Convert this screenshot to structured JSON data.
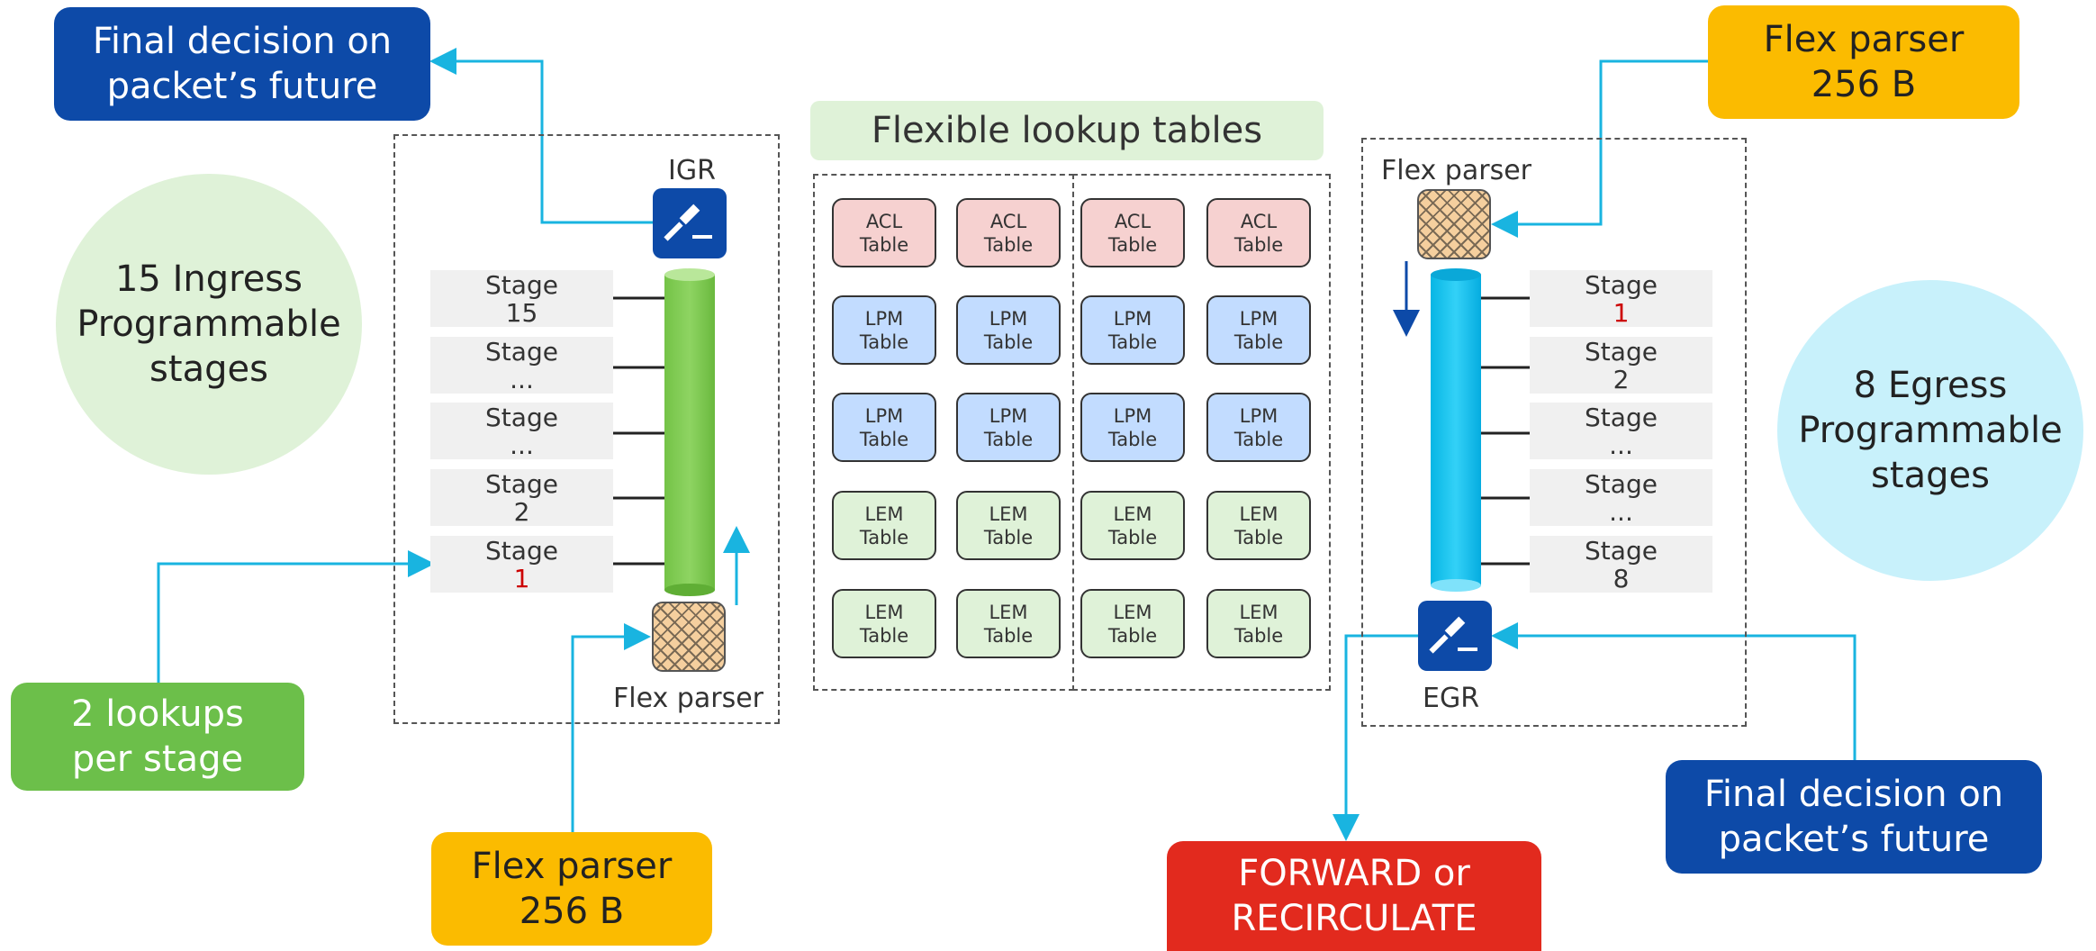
{
  "callouts": {
    "ingress_decision": "Final decision on\npacket’s future",
    "egress_parser": "Flex parser\n256 B",
    "lookups": "2 lookups\nper stage",
    "ingress_parser": "Flex parser\n256 B",
    "forward": "FORWARD or\nRECIRCULATE",
    "egress_decision": "Final decision on\npacket’s future"
  },
  "ingress_circle": {
    "count": "15",
    "text_line1": "Ingress",
    "text_line2": "Programmable",
    "text_line3": "stages"
  },
  "egress_circle": {
    "count": "8",
    "text_line1": "Egress",
    "text_line2": "Programmable",
    "text_line3": "stages"
  },
  "ingress": {
    "igr_label": "IGR",
    "parser_label": "Flex parser",
    "stages": [
      {
        "label": "Stage",
        "num": "15"
      },
      {
        "label": "Stage",
        "num": "..."
      },
      {
        "label": "Stage",
        "num": "..."
      },
      {
        "label": "Stage",
        "num": "2"
      },
      {
        "label": "Stage",
        "num": "1"
      }
    ]
  },
  "egress": {
    "egr_label": "EGR",
    "parser_label": "Flex parser",
    "stages": [
      {
        "label": "Stage",
        "num": "1"
      },
      {
        "label": "Stage",
        "num": "2"
      },
      {
        "label": "Stage",
        "num": "..."
      },
      {
        "label": "Stage",
        "num": "..."
      },
      {
        "label": "Stage",
        "num": "8"
      }
    ]
  },
  "tables": {
    "title": "Flexible lookup tables",
    "word": "Table",
    "rows": [
      "ACL",
      "LPM",
      "LPM",
      "LEM",
      "LEM"
    ]
  },
  "colors": {
    "blue": "#0d4aa8",
    "yellow": "#fbbb00",
    "green": "#6cbf4a",
    "red": "#e22a1e",
    "wire": "#19b4e0",
    "pipe_green": "#7dc850",
    "pipe_cyan": "#12c3ee"
  }
}
